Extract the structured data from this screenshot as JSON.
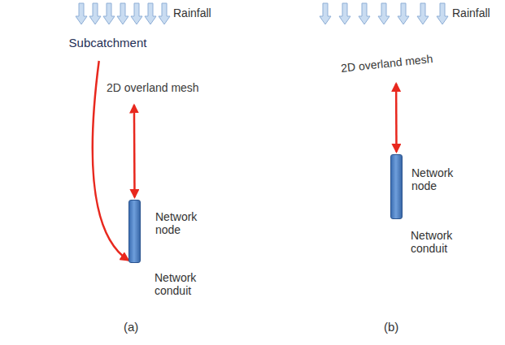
{
  "diagram": {
    "nodes": [
      {
        "text": [
          "Subcatchment"
        ]
      },
      {
        "text": [
          "2D overland mesh"
        ]
      },
      {
        "text": [
          "Network node"
        ]
      },
      {
        "text": [
          "Network conduit"
        ]
      },
      {
        "text": [
          "2D overland mesh"
        ]
      },
      {
        "text": [
          "Network node"
        ]
      },
      {
        "text": [
          "Network conduit"
        ]
      }
    ],
    "edges": [
      {
        "from": 0,
        "to": 2,
        "arrow": "to"
      },
      {
        "from": 1,
        "to": 2,
        "arrow": "both"
      },
      {
        "from": 4,
        "to": 5,
        "arrow": "both"
      }
    ],
    "labels": [
      "Rainfall",
      "Rainfall",
      "(a)",
      "(b)"
    ]
  }
}
